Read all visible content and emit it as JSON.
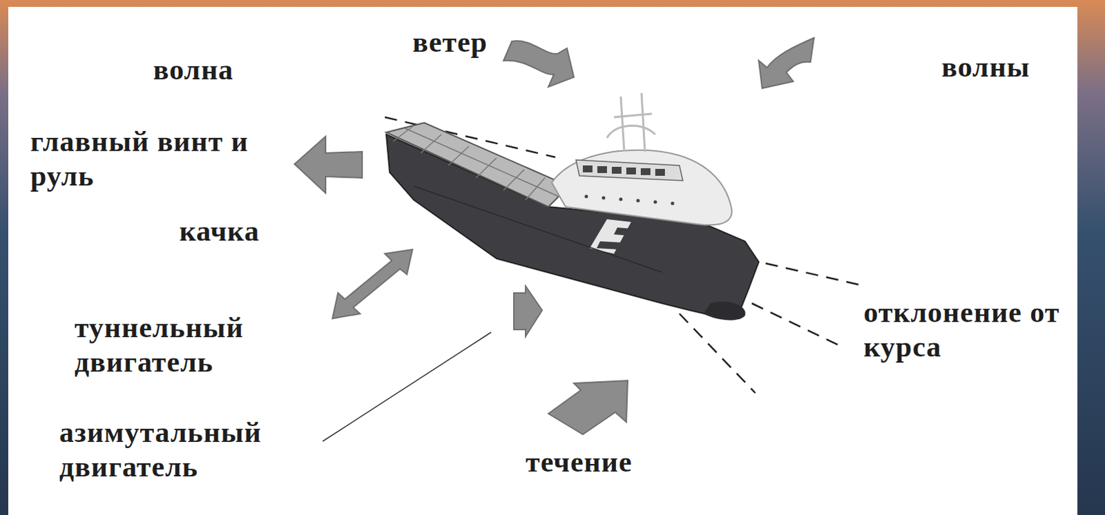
{
  "diagram": {
    "labels": [
      "ветер",
      "волна",
      "волны",
      "главный винт и руль",
      "качка",
      "туннельный двигатель",
      "отклонение от курса",
      "азимутальный двигатель",
      "течение"
    ]
  }
}
